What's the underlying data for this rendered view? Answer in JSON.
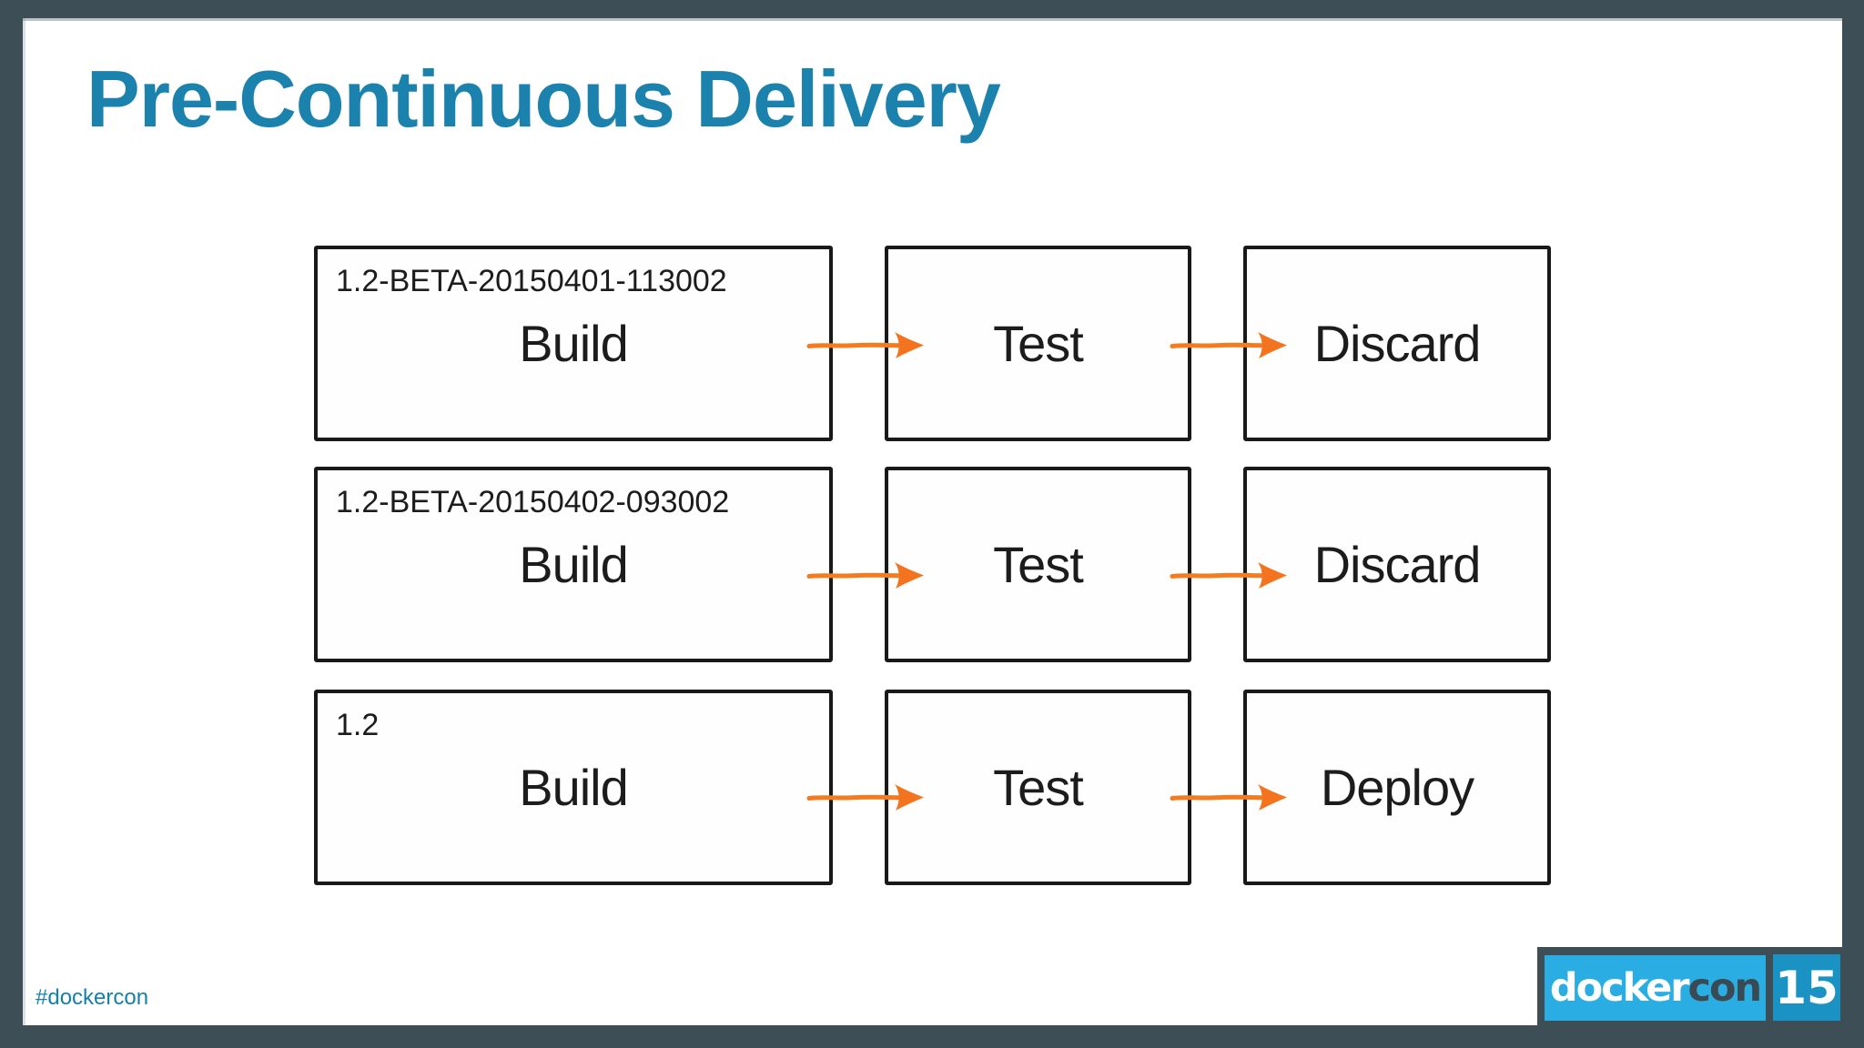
{
  "slide": {
    "title": "Pre-Continuous Delivery",
    "hashtag": "#dockercon",
    "colors": {
      "frame": "#3d4e56",
      "title_teal": "#1b81ad",
      "hashtag_teal": "#1580a8",
      "box_border": "#191919",
      "arrow_orange": "#f47b20",
      "logo_light_blue": "#29ade3",
      "logo_badge_blue": "#1a93c4",
      "logo_con_text": "#3a4a52"
    }
  },
  "diagram": {
    "rows": [
      {
        "tag": "1.2-BETA-20150401-113002",
        "steps": [
          "Build",
          "Test",
          "Discard"
        ]
      },
      {
        "tag": "1.2-BETA-20150402-093002",
        "steps": [
          "Build",
          "Test",
          "Discard"
        ]
      },
      {
        "tag": "1.2",
        "steps": [
          "Build",
          "Test",
          "Deploy"
        ]
      }
    ],
    "arrow_icon": "right-arrow"
  },
  "logo": {
    "brand_light": "docker",
    "brand_dark": "con",
    "year_badge": "15"
  }
}
